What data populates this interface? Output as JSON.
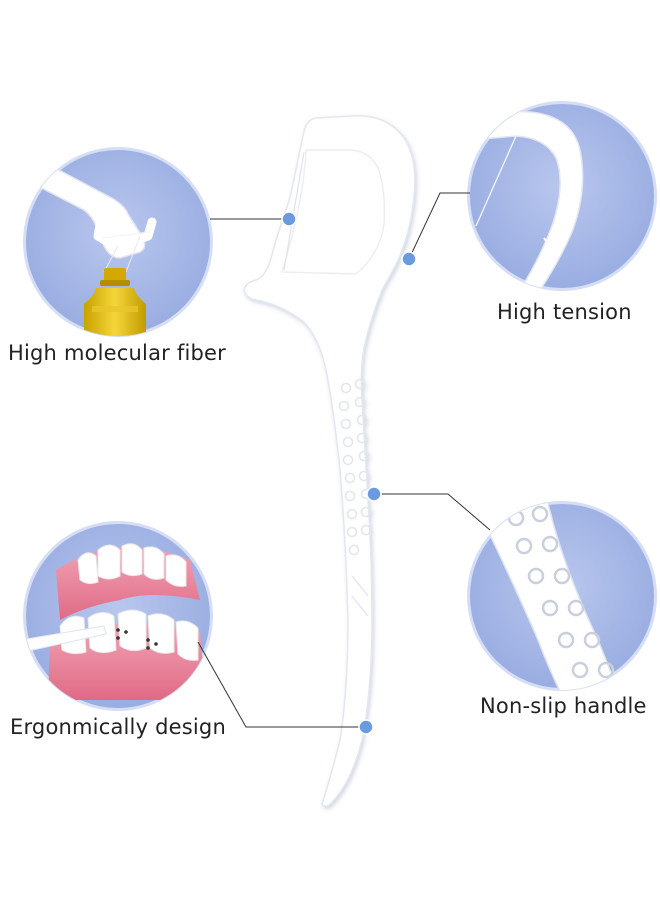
{
  "features": [
    {
      "id": "fiber",
      "label": "High molecular fiber"
    },
    {
      "id": "tension",
      "label": "High tension"
    },
    {
      "id": "handle",
      "label": "Non-slip handle"
    },
    {
      "id": "ergo",
      "label": "Ergonmically design"
    }
  ],
  "colors": {
    "circle_fill": "#a9b9e6",
    "circle_border": "#cfd9f3",
    "marker": "#6a9be0",
    "leader_line": "#333333",
    "pick_fill": "#ffffff",
    "pick_shadow": "#cfd5e4",
    "label_text": "#222222"
  }
}
